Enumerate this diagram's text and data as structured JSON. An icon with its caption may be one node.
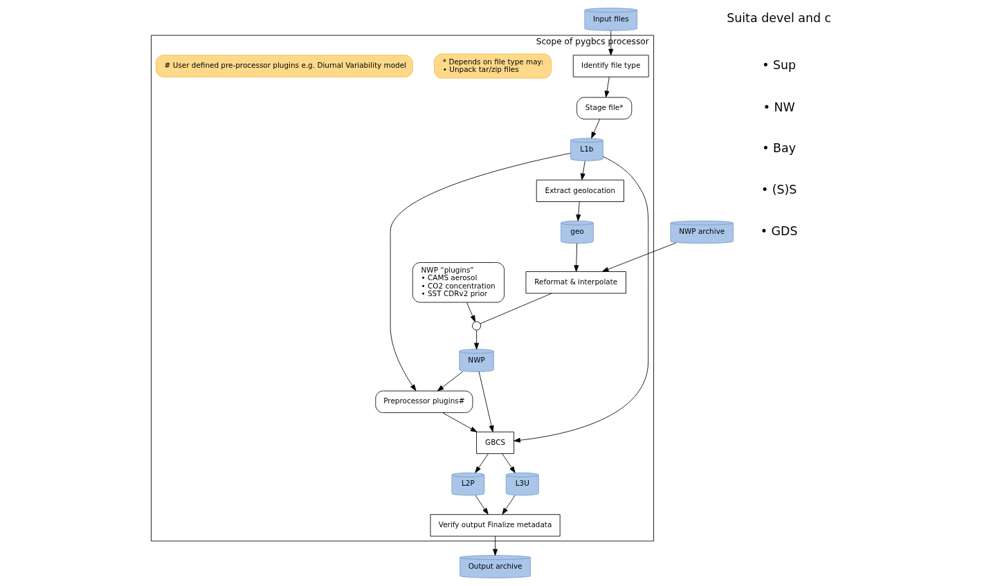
{
  "diagram": {
    "nodes": [
      {
        "text": [
          "Input files"
        ]
      },
      {
        "text": [
          "NWP archive"
        ]
      },
      {
        "text": [
          "Scope of pygbcs processor"
        ]
      },
      {
        "text": [
          "Identify file type"
        ],
        "in": 2
      },
      {
        "text": [
          "Stage file*"
        ],
        "in": 2
      },
      {
        "text": [
          "L1b"
        ],
        "in": 2
      },
      {
        "text": [
          "Extract geolocation"
        ],
        "in": 2
      },
      {
        "text": [
          "geo"
        ],
        "in": 2
      },
      {
        "text": [
          "Reformat & interpolate"
        ],
        "in": 2
      },
      {
        "text": [
          "* Depends on file type may:",
          "• Unpack tar/zip files"
        ],
        "in": 2
      },
      {
        "text": [
          "NWP “plugins”",
          "• CAMS aerosol",
          "• CO2 concentration",
          "• SST CDRv2 prior"
        ],
        "in": 2
      },
      {
        "text": [],
        "shape": "circle",
        "in": 2
      },
      {
        "text": [
          "NWP"
        ],
        "in": 2
      },
      {
        "text": [
          "Preprocessor plugins#"
        ],
        "in": 2
      },
      {
        "text": [
          "GBCS"
        ],
        "in": 2
      },
      {
        "text": [
          "# User defined pre-processor plugins e.g. Diurnal Variability model"
        ],
        "in": 2
      },
      {
        "text": [
          "L2P"
        ],
        "in": 2
      },
      {
        "text": [
          "L3U"
        ],
        "in": 2
      },
      {
        "text": [
          "Verify output Finalize metadata"
        ],
        "in": 2
      },
      {
        "text": [
          "Output archive"
        ]
      }
    ],
    "edges": [
      {
        "from": 0,
        "to": 3,
        "arrow": "to"
      },
      {
        "from": 3,
        "to": 4,
        "arrow": "to"
      },
      {
        "from": 4,
        "to": 5,
        "arrow": "to"
      },
      {
        "from": 5,
        "to": 6,
        "arrow": "to"
      },
      {
        "from": 6,
        "to": 7,
        "arrow": "to"
      },
      {
        "from": 7,
        "to": 8,
        "arrow": "to"
      },
      {
        "from": 1,
        "to": 8,
        "arrow": "to"
      },
      {
        "from": 8,
        "to": 11,
        "arrow": "none"
      },
      {
        "from": 10,
        "to": 11,
        "arrow": "to"
      },
      {
        "from": 11,
        "to": 12,
        "arrow": "to"
      },
      {
        "from": 12,
        "to": 13,
        "arrow": "to"
      },
      {
        "from": 5,
        "to": 13,
        "arrow": "to"
      },
      {
        "from": 5,
        "to": 14,
        "arrow": "to"
      },
      {
        "from": 13,
        "to": 14,
        "arrow": "to"
      },
      {
        "from": 12,
        "to": 14,
        "arrow": "to"
      },
      {
        "from": 14,
        "to": 16,
        "arrow": "to"
      },
      {
        "from": 14,
        "to": 17,
        "arrow": "to"
      },
      {
        "from": 16,
        "to": 18,
        "arrow": "to"
      },
      {
        "from": 17,
        "to": 18,
        "arrow": "to"
      },
      {
        "from": 18,
        "to": 19,
        "arrow": "to"
      }
    ],
    "labels": [
      "Suita devel and c",
      "• Sup",
      "• NW",
      "• Bay",
      "• (S)S",
      "• GDS"
    ]
  }
}
